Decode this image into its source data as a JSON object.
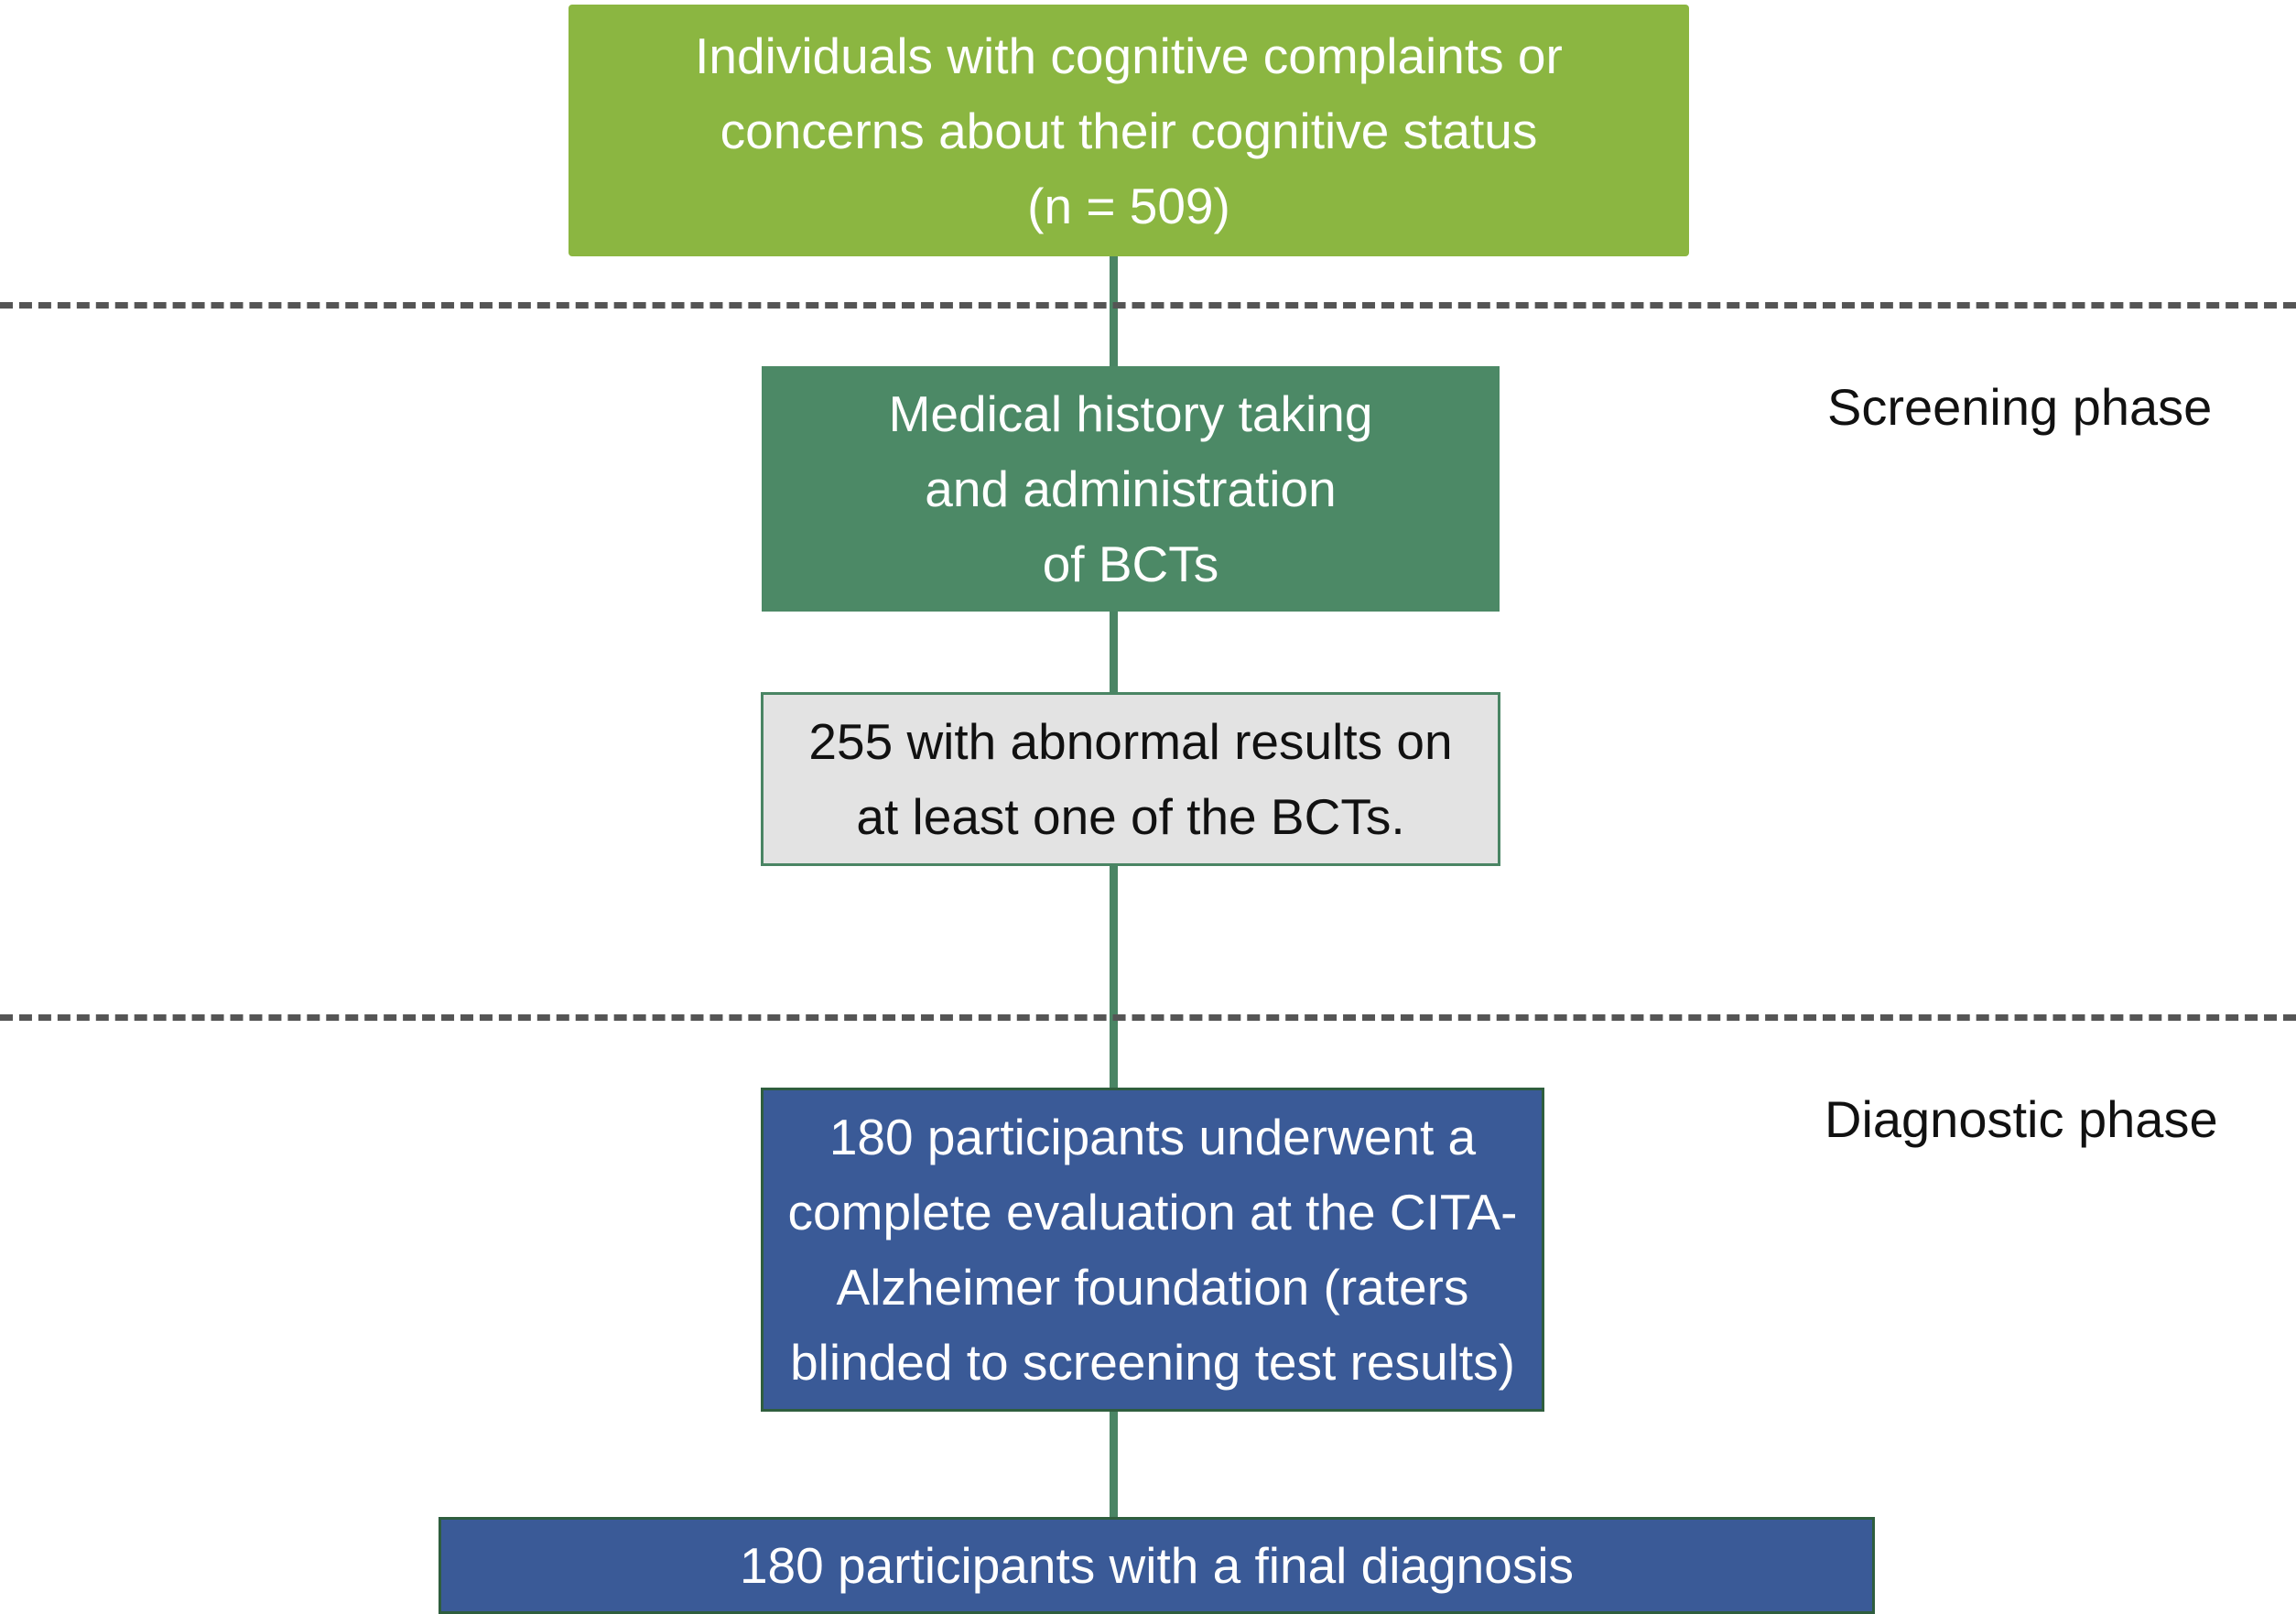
{
  "flowchart": {
    "top_box": "Individuals with cognitive complaints or\nconcerns about their cognitive status\n(n = 509)",
    "medical_box": "Medical history taking\nand administration\nof BCTs",
    "abnormal_box": "255 with abnormal results on\nat least one of the BCTs.",
    "evaluation_box": "180 participants underwent a\ncomplete evaluation at the CITA-\nAlzheimer foundation (raters\nblinded to screening test results)",
    "final_box": "180 participants with a final diagnosis"
  },
  "phases": {
    "screening": "Screening phase",
    "diagnostic": "Diagnostic phase"
  },
  "colors": {
    "top_box": "#8bb641",
    "medical_box": "#4c8966",
    "abnormal_box": "#e3e3e3",
    "blue_boxes": "#3a5a97",
    "connector": "#4a8564",
    "divider": "#555555"
  }
}
